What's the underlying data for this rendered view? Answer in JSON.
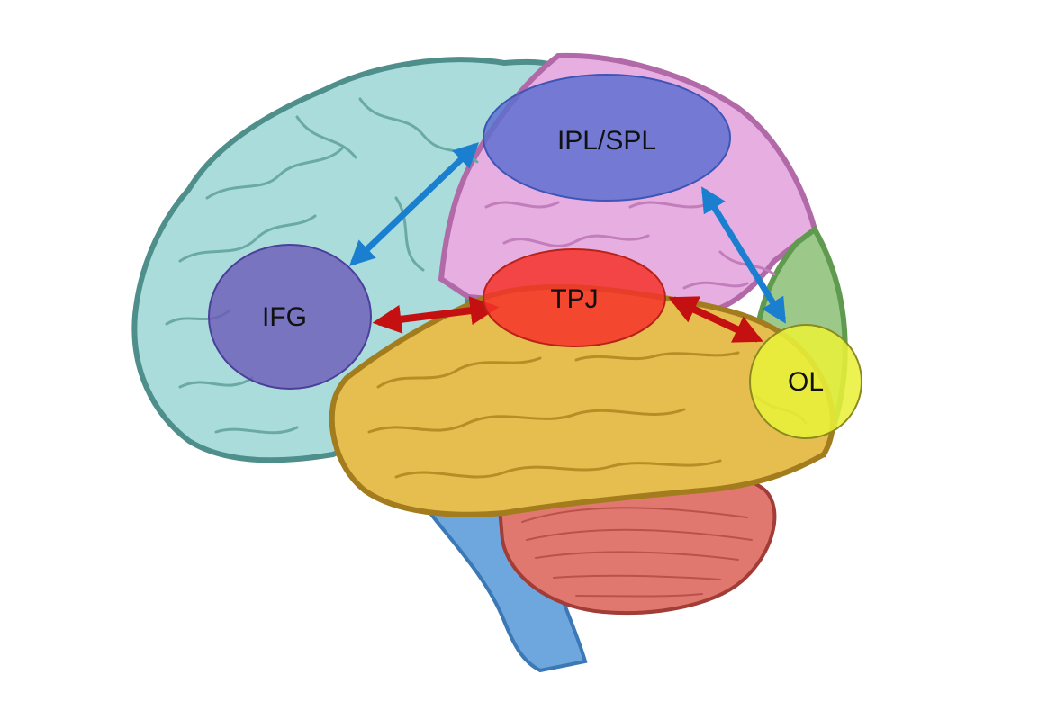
{
  "regions": {
    "ipl_spl": {
      "label": "IPL/SPL",
      "color": "#5a6fd0"
    },
    "ifg": {
      "label": "IFG",
      "color": "#6b57b8"
    },
    "tpj": {
      "label": "TPJ",
      "color": "#f4332a"
    },
    "ol": {
      "label": "OL",
      "color": "#e8f03a"
    }
  },
  "lobes": {
    "frontal": {
      "color": "#a9dcda",
      "outline": "#4e8f8c"
    },
    "parietal": {
      "color": "#e7aee2",
      "outline": "#b169a8"
    },
    "occipital": {
      "color": "#9cc98a",
      "outline": "#5f9a4e"
    },
    "temporal": {
      "color": "#e6bd4f",
      "outline": "#a27c1d"
    },
    "cerebellum": {
      "color": "#e07870",
      "outline": "#a13d36"
    },
    "brainstem": {
      "color": "#6ea7de",
      "outline": "#3b78b6"
    }
  },
  "connections": {
    "dorsal_color": "#1b7fd0",
    "ventral_color": "#c41010"
  }
}
